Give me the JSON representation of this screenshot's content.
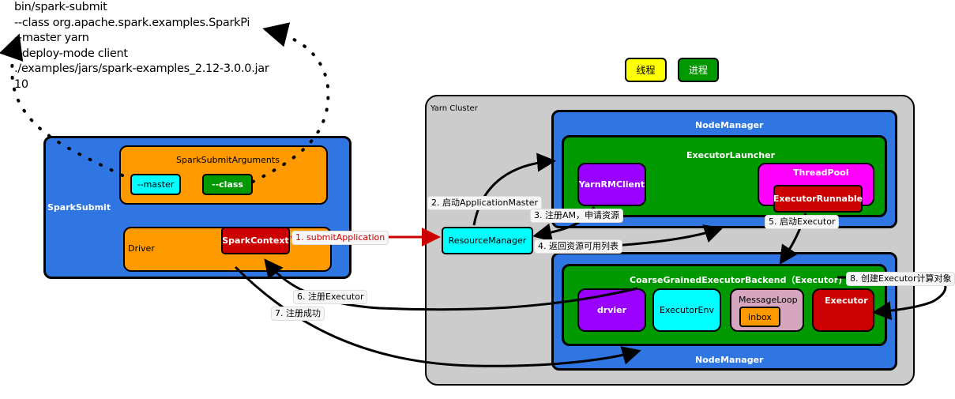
{
  "command": {
    "lines": [
      "bin/spark-submit",
      "--class org.apache.spark.examples.SparkPi",
      "--master yarn",
      "--deploy-mode client",
      "./examples/jars/spark-examples_2.12-3.0.0.jar",
      "10"
    ]
  },
  "legend": {
    "thread": {
      "label": "线程",
      "color": "#ffff00"
    },
    "process": {
      "label": "进程",
      "color": "#009900"
    }
  },
  "colors": {
    "process_blue": "#2f76e2",
    "orange": "#ff9900",
    "cyan": "#00ffff",
    "green": "#009900",
    "red": "#cc0000",
    "purple": "#9900ff",
    "magenta": "#ff00ff",
    "pink": "#d5a6bd",
    "cluster_gray": "#cccccc",
    "arrow_red": "#cc0000"
  },
  "spark_submit": {
    "label": "SparkSubmit",
    "arguments": {
      "label": "SparkSubmitArguments",
      "master": "--master",
      "class": "--class"
    },
    "driver": {
      "label": "Driver",
      "spark_context": "SparkContext"
    }
  },
  "yarn_cluster": {
    "label": "Yarn Cluster",
    "resource_manager": "ResourceManager",
    "node_manager_top": {
      "label": "NodeManager",
      "executor_launcher": {
        "label": "ExecutorLauncher",
        "yarn_rm_client": "YarnRMClient",
        "thread_pool": "ThreadPool",
        "executor_runnable": "ExecutorRunnable"
      }
    },
    "node_manager_bottom": {
      "label": "NodeManager",
      "backend": {
        "label": "CoarseGrainedExecutorBackend（Executor)",
        "drvier": "drvier",
        "executor_env": "ExecutorEnv",
        "message_loop": "MessageLoop",
        "inbox": "inbox",
        "executor": "Executor"
      }
    }
  },
  "steps": [
    "1. submitApplication",
    "2. 启动ApplicationMaster",
    "3. 注册AM，申请资源",
    "4. 返回资源可用列表",
    "5. 启动Executor",
    "6. 注册Executor",
    "7. 注册成功",
    "8. 创建Executor计算对象"
  ]
}
